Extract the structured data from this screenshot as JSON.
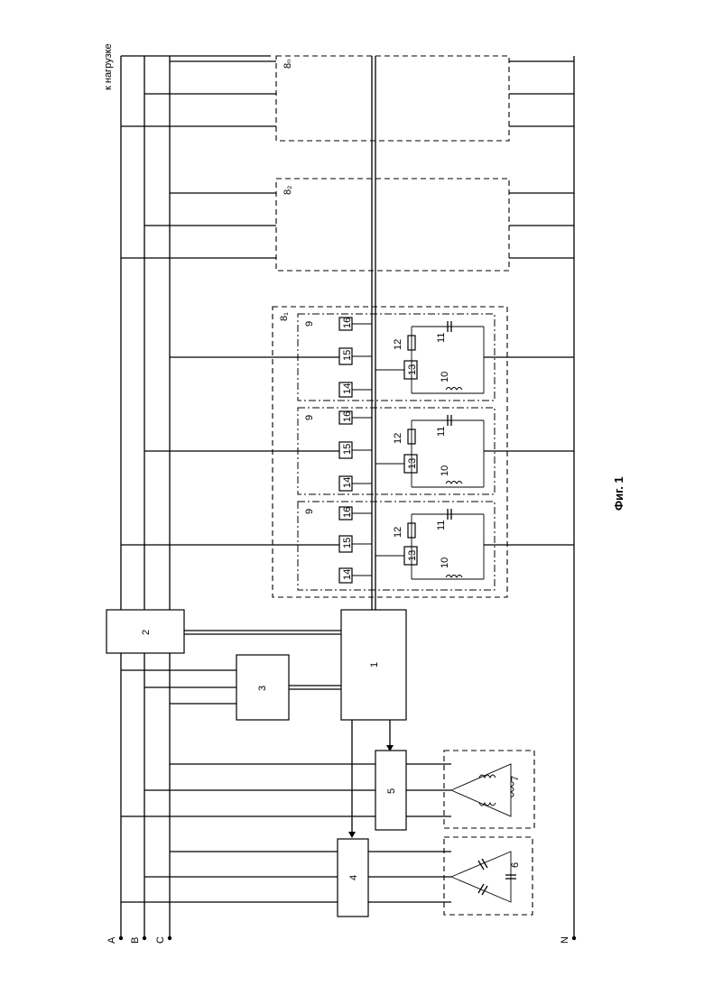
{
  "labels": {
    "bus_a": "A",
    "bus_b": "B",
    "bus_c": "C",
    "neutral": "N",
    "to_load": "к нагрузке",
    "caption": "Фиг. 1"
  },
  "blocks": {
    "b1": "1",
    "b2": "2",
    "b3": "3",
    "b4": "4",
    "b5": "5",
    "b6": "6",
    "b7": "7",
    "b8_1": "8₁",
    "b8_2": "8₂",
    "b8_n": "8ₙ"
  },
  "module": {
    "cell": "9",
    "inductor": "10",
    "capacitor": "11",
    "resistor": "12",
    "k13": "13",
    "k14": "14",
    "k15": "15",
    "k16": "16"
  }
}
